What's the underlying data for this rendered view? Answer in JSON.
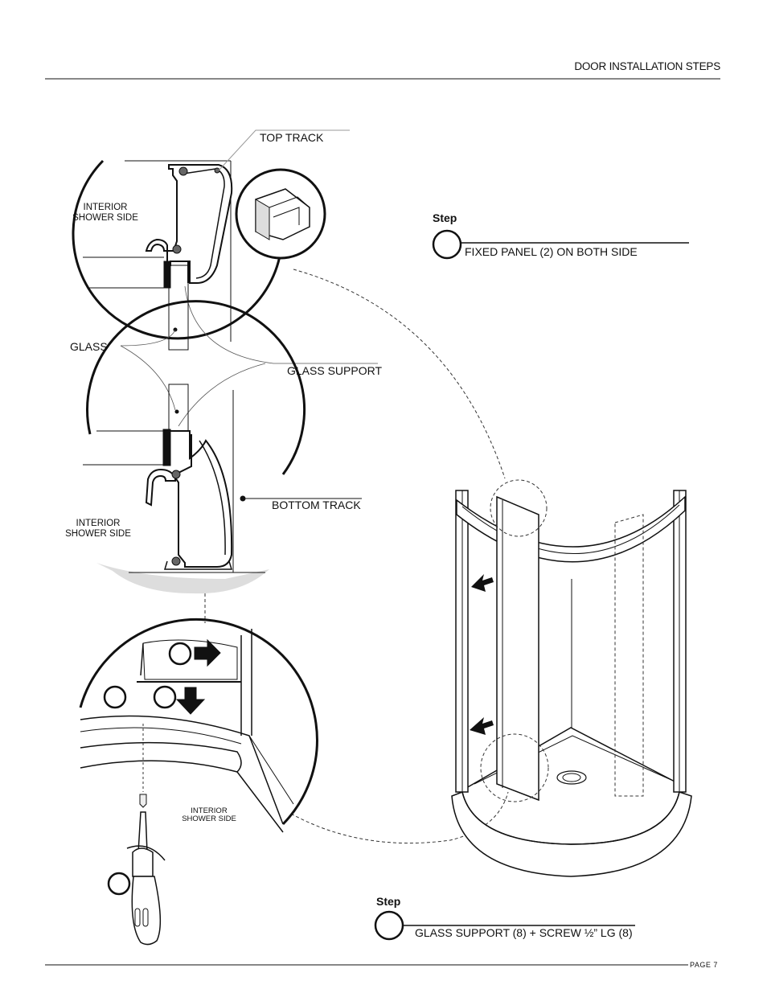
{
  "header": {
    "title": "DOOR INSTALLATION STEPS"
  },
  "footer": {
    "page": "PAGE 7"
  },
  "labels": {
    "top_track": "TOP TRACK",
    "interior_1": "INTERIOR\nSHOWER SIDE",
    "glass": "GLASS",
    "glass_support": "GLASS SUPPORT",
    "bottom_track": "BOTTOM TRACK",
    "interior_2": "INTERIOR\nSHOWER SIDE",
    "interior_3": "INTERIOR\nSHOWER SIDE"
  },
  "steps": [
    {
      "heading": "Step",
      "text": "FIXED PANEL (2) ON BOTH SIDE"
    },
    {
      "heading": "Step",
      "text": "GLASS SUPPORT (8) + SCREW ½” LG (8)"
    }
  ]
}
